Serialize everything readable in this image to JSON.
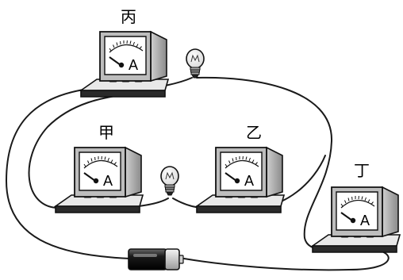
{
  "meters": [
    {
      "id": "bing",
      "name": "丙",
      "unit": "A"
    },
    {
      "id": "jia",
      "name": "甲",
      "unit": "A"
    },
    {
      "id": "yi",
      "name": "乙",
      "unit": "A"
    },
    {
      "id": "ding",
      "name": "丁",
      "unit": "A"
    }
  ],
  "bulbs": [
    {
      "id": "bulb-top"
    },
    {
      "id": "bulb-middle"
    }
  ],
  "battery": {
    "id": "battery"
  }
}
